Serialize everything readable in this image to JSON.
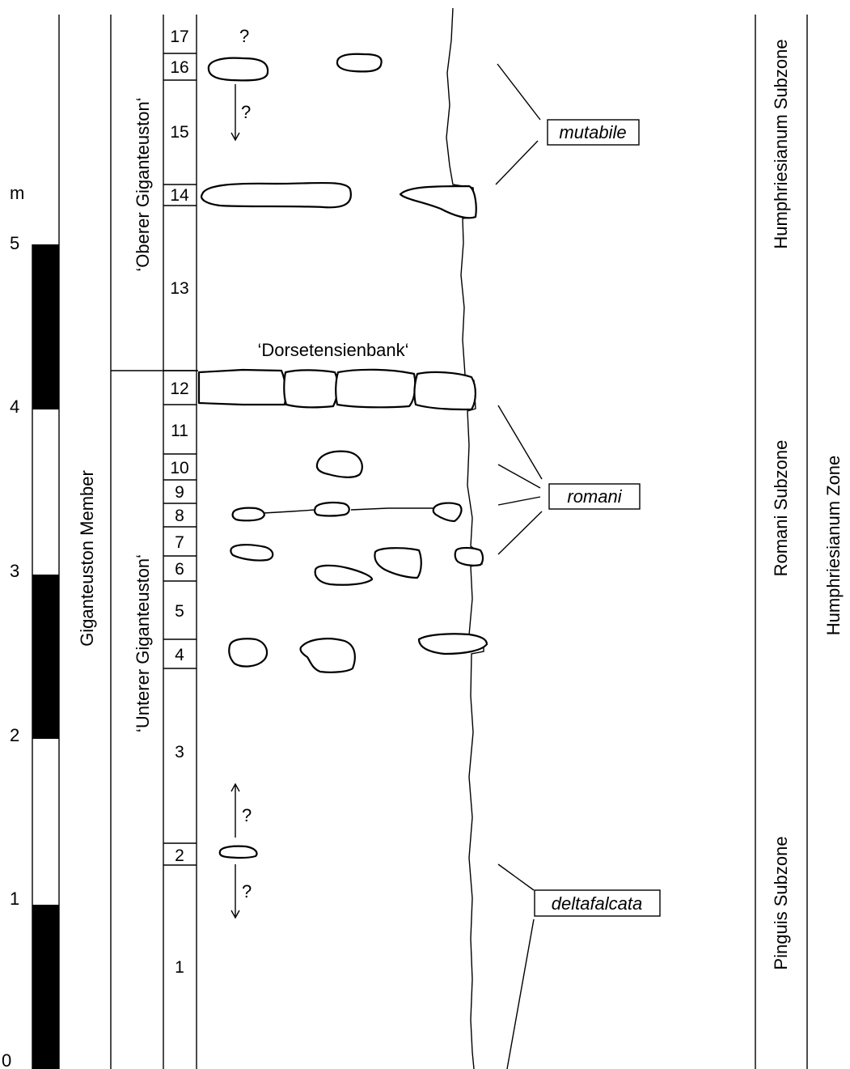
{
  "scale": {
    "unit": "m",
    "ticks": [
      "0",
      "1",
      "2",
      "3",
      "4",
      "5"
    ]
  },
  "member": "Giganteuston Member",
  "units": {
    "upper": "‘Oberer Giganteuston‘",
    "lower": "‘Unterer Giganteuston‘"
  },
  "beds": [
    "1",
    "2",
    "3",
    "4",
    "5",
    "6",
    "7",
    "8",
    "9",
    "10",
    "11",
    "12",
    "13",
    "14",
    "15",
    "16",
    "17"
  ],
  "marker_bed": "‘Dorsetensienbank‘",
  "uncertain_mark": "?",
  "taxa": {
    "mutabile": "mutabile",
    "romani": "romani",
    "deltafalcata": "deltafalcata"
  },
  "subzones": {
    "humphriesianum": "Humphriesianum Subzone",
    "romani": "Romani Subzone",
    "pinguis": "Pinguis Subzone"
  },
  "zone": "Humphriesianum Zone"
}
